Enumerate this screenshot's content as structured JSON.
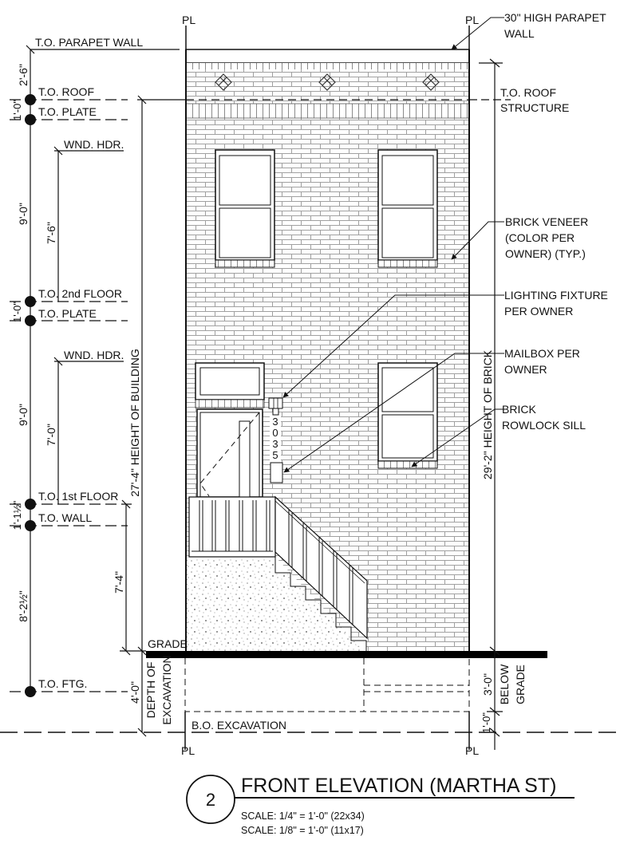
{
  "sheet": {
    "view_number": "2",
    "title": "FRONT ELEVATION (MARTHA ST)",
    "scale_lines": [
      "SCALE: 1/4\" = 1'-0\" (22x34)",
      "SCALE: 1/8\" = 1'-0\" (11x17)"
    ]
  },
  "property_line_marker": "PL",
  "levels": {
    "parapet": "T.O. PARAPET WALL",
    "roof": "T.O. ROOF",
    "plate_upper": "T.O. PLATE",
    "wnd_hdr_2": "WND. HDR.",
    "second_floor": "T.O. 2nd FLOOR",
    "plate_lower": "T.O. PLATE",
    "wnd_hdr_1": "WND. HDR.",
    "first_floor": "T.O. 1st FLOOR",
    "wall": "T.O. WALL",
    "grade": "GRADE",
    "footing": "T.O. FTG.",
    "bottom_excavation": "B.O. EXCAVATION"
  },
  "dimensions": {
    "parapet_height": "2'-6\"",
    "roof_to_plate": "1'-0\"",
    "second_story": "9'-0\"",
    "second_hdr": "7'-6\"",
    "floor_to_plate": "1'-0\"",
    "first_story": "9'-0\"",
    "first_hdr": "7'-0\"",
    "floor_to_wall": "1'-1½\"",
    "wall_to_footing": "8'-2½\"",
    "stair_rise": "7'-4\"",
    "depth_excavation": "4'-0\"",
    "depth_excavation_label": "DEPTH OF",
    "depth_excavation_label2": "EXCAVATION",
    "building_height": "27'-4\" HEIGHT OF BUILDING",
    "brick_height": "29'-2\" HEIGHT OF BRICK",
    "below_grade": "3'-0\"",
    "below_grade_label": "BELOW",
    "below_grade_label2": "GRADE",
    "footing_depth": "1'-0\""
  },
  "notes": {
    "parapet": [
      "30\" HIGH PARAPET",
      "WALL"
    ],
    "roof_structure": [
      "T.O. ROOF",
      "STRUCTURE"
    ],
    "brick_veneer": [
      "BRICK VENEER",
      "(COLOR PER",
      "OWNER) (TYP.)"
    ],
    "lighting": [
      "LIGHTING FIXTURE",
      "PER OWNER"
    ],
    "mailbox": [
      "MAILBOX PER",
      "OWNER"
    ],
    "sill": [
      "BRICK",
      "ROWLOCK SILL"
    ]
  },
  "house_number": [
    "3",
    "0",
    "3",
    "5"
  ],
  "colors": {
    "line": "#111111",
    "brick_line": "#9a9a9a",
    "grade_band": "#000000",
    "stucco_dot": "#8a8a8a"
  }
}
